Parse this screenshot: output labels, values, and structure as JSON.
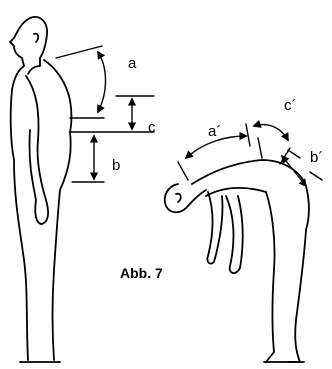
{
  "figure": {
    "caption": "Abb. 7"
  },
  "labels": {
    "standing": {
      "a": "a",
      "b": "b",
      "c": "c"
    },
    "bending": {
      "a": "a´",
      "b": "b´",
      "c": "c´"
    }
  },
  "colors": {
    "ink": "#000000",
    "background": "#ffffff"
  }
}
